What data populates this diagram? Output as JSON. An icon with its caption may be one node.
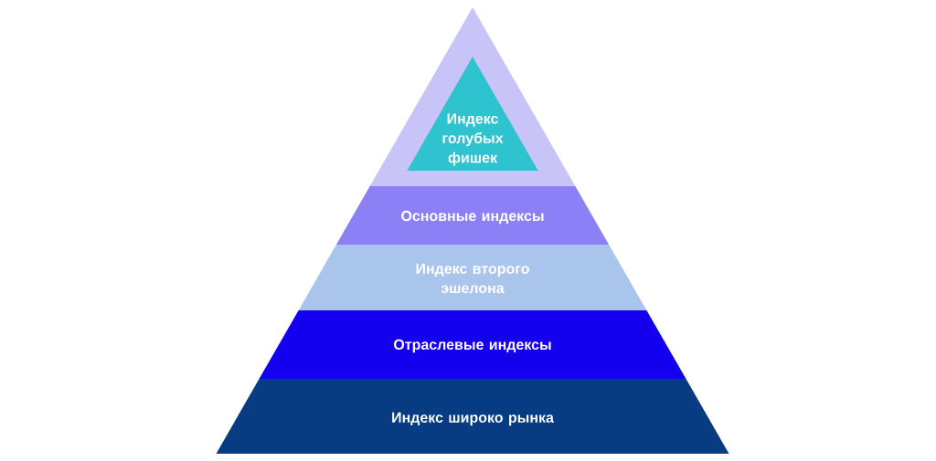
{
  "diagram": {
    "nodes": [
      {
        "text": [],
        "shape": "triangle"
      },
      {
        "text": [
          "Индекс голубых фишек"
        ],
        "in": 0
      },
      {
        "text": [
          "Основные индексы"
        ]
      },
      {
        "text": [
          "Индекс второго эшелона"
        ]
      },
      {
        "text": [
          "Отраслевые индексы"
        ]
      },
      {
        "text": [
          "Индекс широко рынка"
        ]
      }
    ]
  }
}
